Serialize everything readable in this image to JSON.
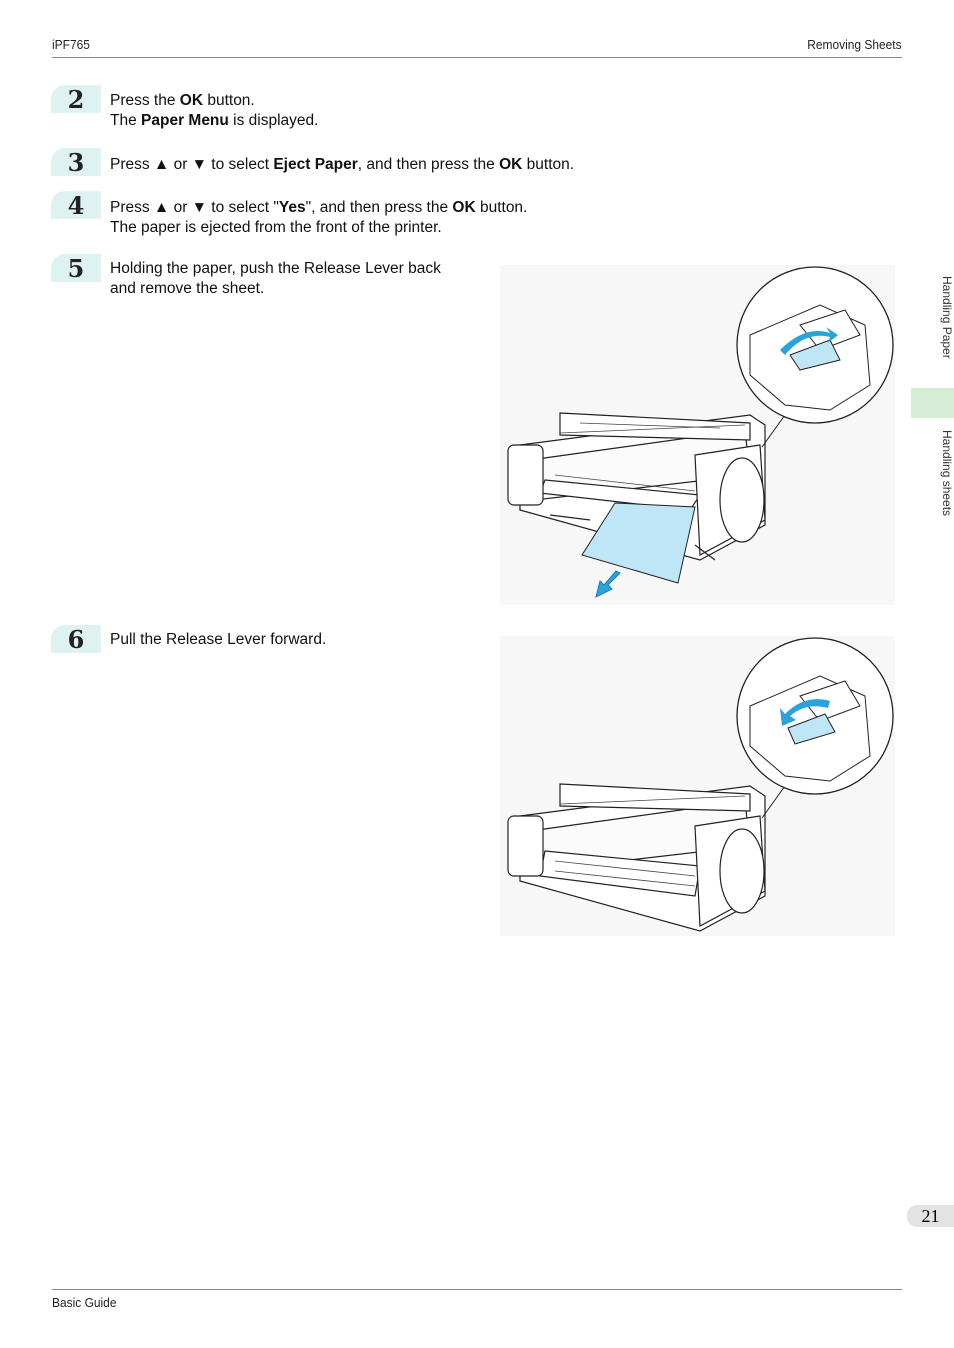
{
  "header": {
    "left": "iPF765",
    "right": "Removing Sheets"
  },
  "footer": {
    "left": "Basic Guide"
  },
  "side_tabs": {
    "tab1": "Handling Paper",
    "tab2": "Handling sheets"
  },
  "page_number": "21",
  "steps": [
    {
      "num": "2",
      "lines": [
        [
          "Press the ",
          "OK",
          " button."
        ],
        [
          "The ",
          "Paper Menu",
          " is displayed."
        ]
      ]
    },
    {
      "num": "3",
      "lines": [
        [
          "Press ▲ or ▼ to select ",
          "Eject Paper",
          ", and then press the ",
          "OK",
          " button."
        ]
      ]
    },
    {
      "num": "4",
      "lines": [
        [
          "Press ▲ or ▼ to select \"",
          "Yes",
          "\", and then press the ",
          "OK",
          " button."
        ],
        [
          "The paper is ejected from the front of the printer."
        ]
      ]
    },
    {
      "num": "5",
      "lines": [
        [
          "Holding the paper, push the Release Lever back"
        ],
        [
          "and remove the sheet."
        ]
      ]
    },
    {
      "num": "6",
      "lines": [
        [
          "Pull the Release Lever forward."
        ]
      ]
    }
  ],
  "colors": {
    "accent_teal": "#dff2f2",
    "tab_green": "#d5ecd5",
    "arrow_blue": "#2aa3dd",
    "paper_blue": "#bfe6f7"
  }
}
